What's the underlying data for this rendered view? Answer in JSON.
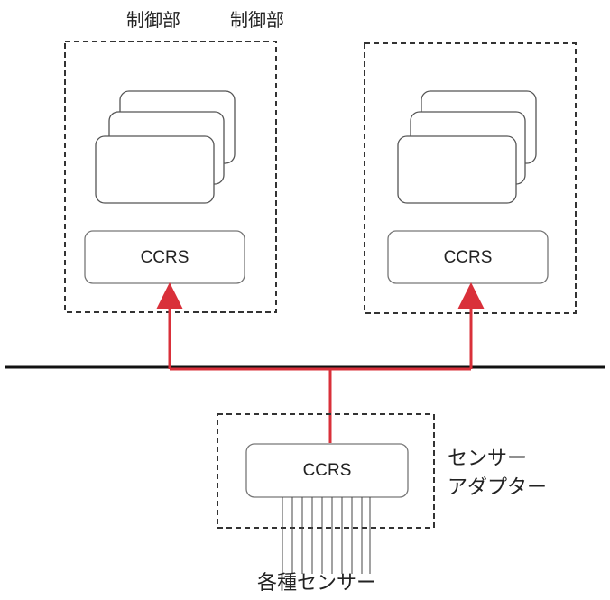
{
  "labels": {
    "control_unit_1": "制御部",
    "control_unit_2": "制御部",
    "ccrs_1": "CCRS",
    "ccrs_2": "CCRS",
    "ccrs_3": "CCRS",
    "sensor_adapter_line1": "センサー",
    "sensor_adapter_line2": "アダプター",
    "sensors": "各種センサー"
  },
  "colors": {
    "arrow": "#d9303a",
    "bus": "#111111",
    "box": "#666666",
    "dashed": "#333333"
  }
}
